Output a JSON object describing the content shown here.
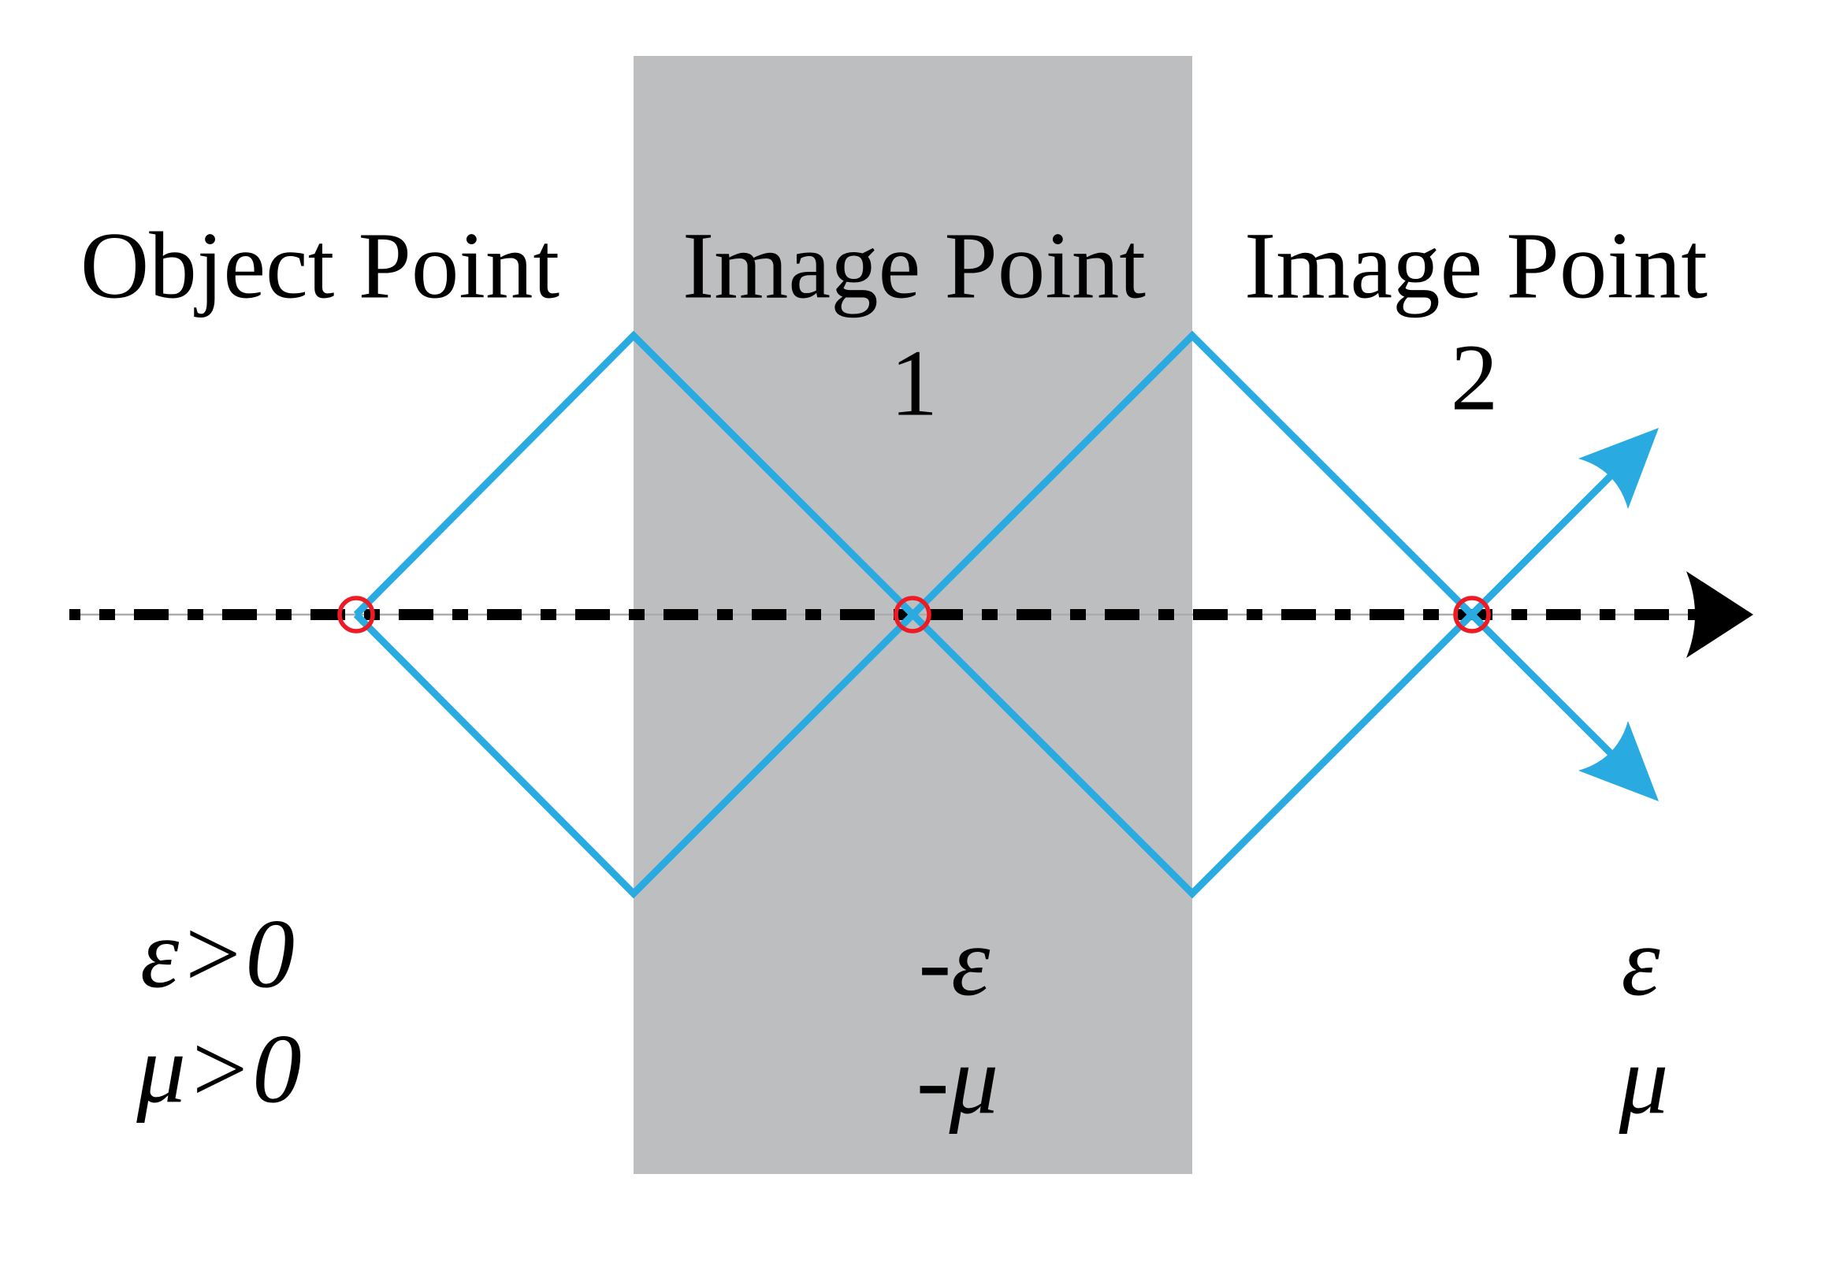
{
  "figure": {
    "description": "Negative-refraction flat-lens ray diagram: rays from an object point focus to an image point inside a negative-index slab and again to a second image point outside it",
    "titles": {
      "object_point": "Object Point",
      "image_point": "Image Point",
      "image_point_1_number": "1",
      "image_point_2_number": "2"
    },
    "region_labels": {
      "left_medium": {
        "line1": "ε>0",
        "line2": "μ>0"
      },
      "slab_medium": {
        "line1": "-ε",
        "line2": "-μ"
      },
      "right_medium": {
        "line1": "ε",
        "line2": "μ"
      }
    }
  },
  "colors": {
    "ray": "#29ABE2",
    "marker": "#ED1C24",
    "slab": "#BDBEC0",
    "axis": "#000000",
    "axis_thin": "#ABABAB"
  }
}
